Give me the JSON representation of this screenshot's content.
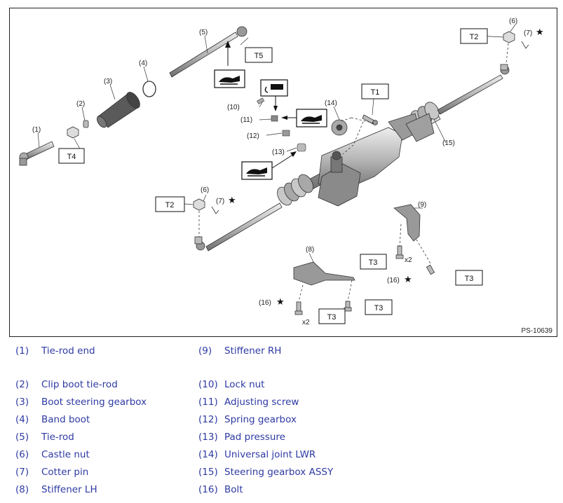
{
  "figure": {
    "code": "PS-10639",
    "callouts": [
      "(1)",
      "(2)",
      "(3)",
      "(4)",
      "(5)",
      "(6)",
      "(7)",
      "(8)",
      "(9)",
      "(10)",
      "(11)",
      "(12)",
      "(13)",
      "(14)",
      "(15)",
      "(16)"
    ],
    "torques": [
      "T1",
      "T2",
      "T3",
      "T4",
      "T5"
    ],
    "qty_x2": "x2",
    "star": "★"
  },
  "legend": [
    {
      "num": "(1)",
      "label": "Tie-rod end"
    },
    {
      "num": "(2)",
      "label": "Clip boot tie-rod"
    },
    {
      "num": "(3)",
      "label": "Boot steering gearbox"
    },
    {
      "num": "(4)",
      "label": "Band boot"
    },
    {
      "num": "(5)",
      "label": "Tie-rod"
    },
    {
      "num": "(6)",
      "label": "Castle nut"
    },
    {
      "num": "(7)",
      "label": "Cotter pin"
    },
    {
      "num": "(8)",
      "label": "Stiffener LH"
    },
    {
      "num": "(9)",
      "label": "Stiffener RH"
    },
    {
      "num": "(10)",
      "label": "Lock nut"
    },
    {
      "num": "(11)",
      "label": "Adjusting screw"
    },
    {
      "num": "(12)",
      "label": "Spring gearbox"
    },
    {
      "num": "(13)",
      "label": "Pad pressure"
    },
    {
      "num": "(14)",
      "label": "Universal joint LWR"
    },
    {
      "num": "(15)",
      "label": "Steering gearbox ASSY"
    },
    {
      "num": "(16)",
      "label": "Bolt"
    }
  ]
}
